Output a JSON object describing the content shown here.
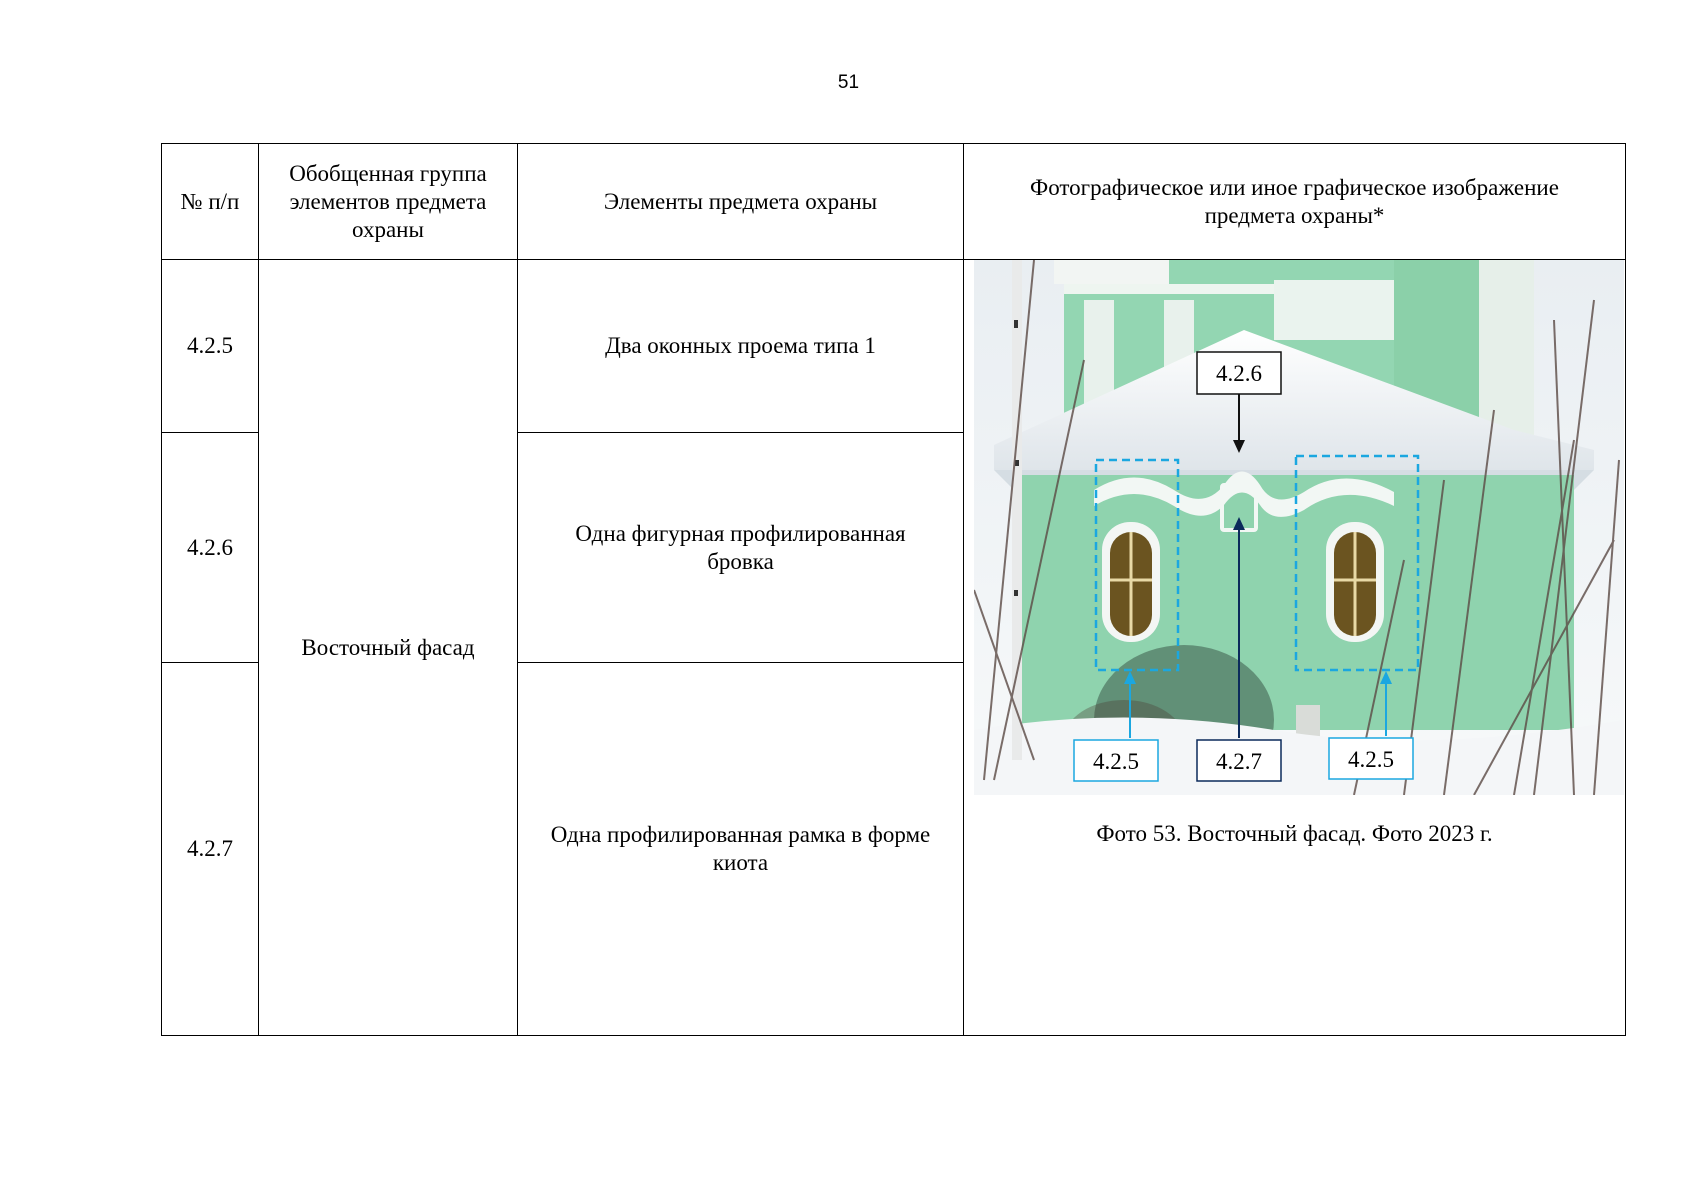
{
  "page": {
    "number": "51"
  },
  "table": {
    "headers": {
      "num": "№ п/п",
      "group": "Обобщенная группа элементов предмета охраны",
      "elements": "Элементы предмета охраны",
      "photo": "Фотографическое или иное графическое изображение предмета охраны*"
    },
    "group_value": "Восточный фасад",
    "rows": [
      {
        "num": "4.2.5",
        "element": "Два оконных проема типа 1"
      },
      {
        "num": "4.2.6",
        "element": "Одна фигурная профилированная бровка"
      },
      {
        "num": "4.2.7",
        "element": "Одна профилированная рамка в форме киота"
      }
    ],
    "photo": {
      "caption": "Фото 53. Восточный фасад. Фото 2023 г.",
      "labels": {
        "top": "4.2.6",
        "bottom_left": "4.2.5",
        "bottom_center": "4.2.7",
        "bottom_right": "4.2.5"
      },
      "colors": {
        "facade": "#8fd3ae",
        "snow": "#f4f6f8",
        "trim": "#eef5f0",
        "accent_blue": "#1ba7e0",
        "dark_navy": "#0b2a5b"
      }
    }
  }
}
